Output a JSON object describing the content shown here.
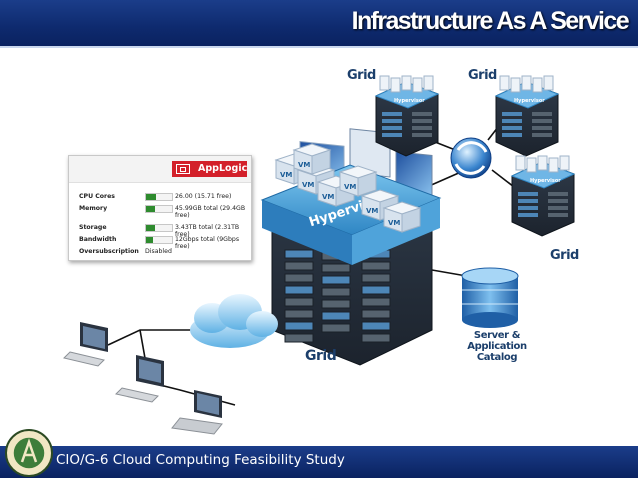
{
  "header": {
    "title": "Infrastructure As A Service"
  },
  "footer": {
    "text": "CIO/G-6 Cloud Computing Feasibility Study"
  },
  "applogic_panel": {
    "brand": "AppLogic",
    "metrics": [
      {
        "label": "CPU Cores",
        "value": "26.00 (15.71 free)",
        "usage": 0.4
      },
      {
        "label": "Memory",
        "value": "45.99GB total (29.4GB free)",
        "usage": 0.36
      },
      {
        "label": "Storage",
        "value": "3.43TB total (2.31TB free)",
        "usage": 0.33
      },
      {
        "label": "Bandwidth",
        "value": "12Gbps total (9Gbps free)",
        "usage": 0.25
      }
    ],
    "oversubscription": {
      "label": "Oversubscription",
      "value": "Disabled"
    }
  },
  "diagram": {
    "main_grid": {
      "hypervisor_label": "Hypervisor",
      "vm_label": "VM",
      "grid_label": "Grid"
    },
    "remote_grids": [
      {
        "grid_label": "Grid",
        "hypervisor_label": "Hypervisor"
      },
      {
        "grid_label": "Grid",
        "hypervisor_label": "Hypervisor"
      },
      {
        "grid_label": "Grid",
        "hypervisor_label": "Hypervisor"
      }
    ],
    "catalog": {
      "line1": "Server &",
      "line2": "Application",
      "line3": "Catalog"
    }
  },
  "colors": {
    "title_bar": "#0e2a6e",
    "brand_red": "#d3202a",
    "hypervisor_blue": "#3f9bd4",
    "label_navy": "#1c3f6b"
  }
}
